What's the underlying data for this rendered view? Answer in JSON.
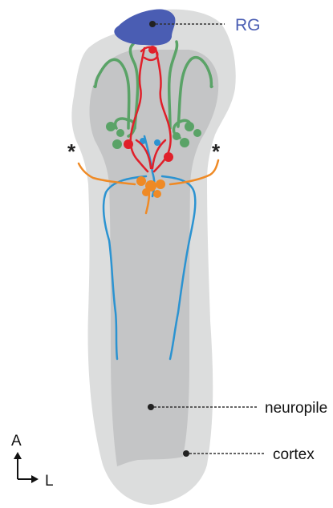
{
  "labels": {
    "rg": "RG",
    "neuropile": "neuropile",
    "cortex": "cortex",
    "asterisk_left": "*",
    "asterisk_right": "*"
  },
  "axis": {
    "anterior": "A",
    "lateral": "L"
  },
  "colors": {
    "cortex": "#dcdddd",
    "neuropile": "#c4c5c6",
    "rg": "#4a5db3",
    "red_neurons": "#e0202a",
    "green_neurons": "#5aa367",
    "blue_neurons": "#2b93d1",
    "orange_neurons": "#ef8a25",
    "leader": "#333333",
    "text": "#111111"
  }
}
